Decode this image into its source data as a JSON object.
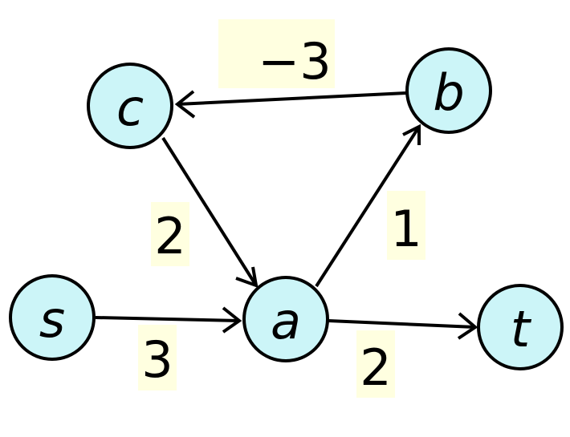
{
  "colors": {
    "node_fill": "#ccf5f8",
    "weight_background": "#ffffe0",
    "stroke": "#000000"
  },
  "nodes": {
    "s": "s",
    "a": "a",
    "b": "b",
    "c": "c",
    "t": "t"
  },
  "edges": [
    {
      "from": "s",
      "to": "a",
      "weight": "3"
    },
    {
      "from": "a",
      "to": "b",
      "weight": "1"
    },
    {
      "from": "b",
      "to": "c",
      "weight": "−3"
    },
    {
      "from": "c",
      "to": "a",
      "weight": "2"
    },
    {
      "from": "a",
      "to": "t",
      "weight": "2"
    }
  ]
}
